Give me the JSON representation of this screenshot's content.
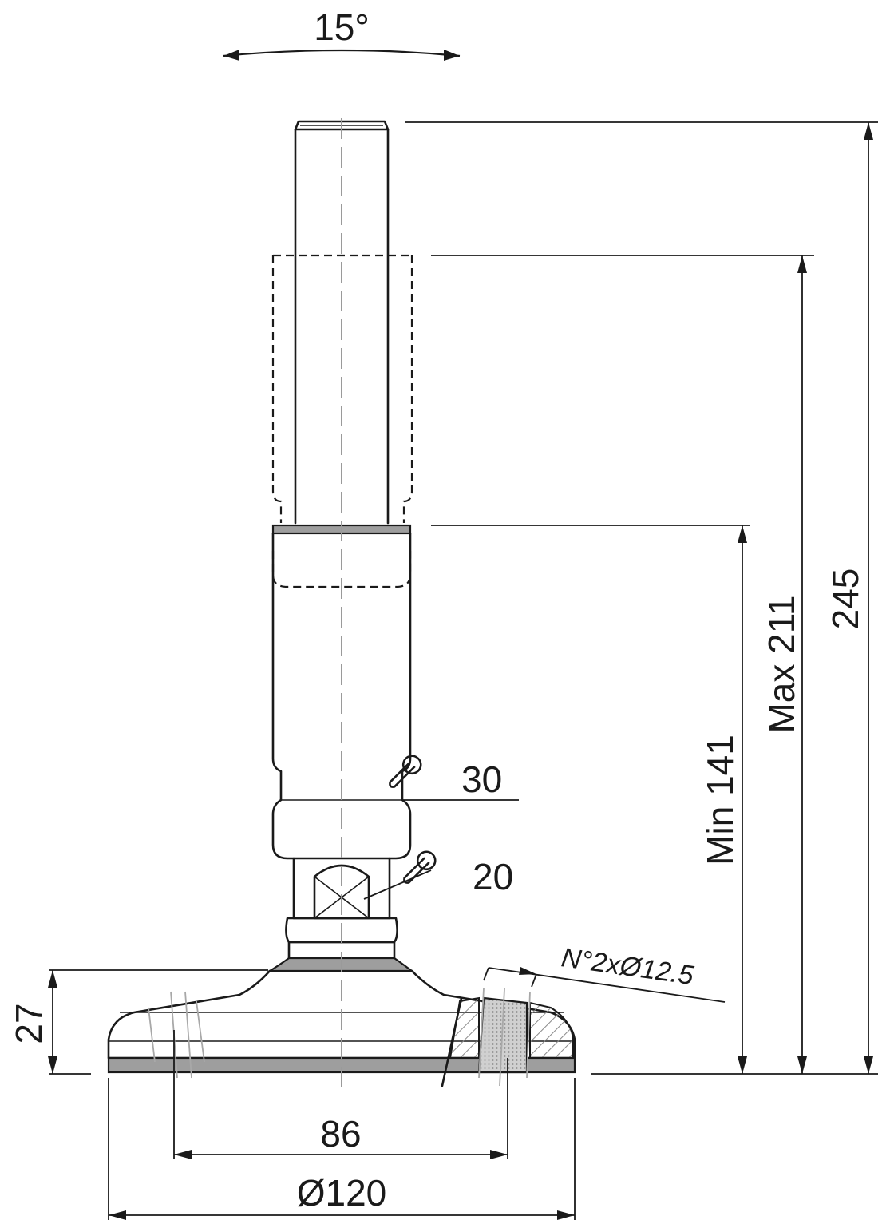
{
  "drawing": {
    "angle_label": "15°",
    "height_total_label": "245",
    "height_max_label": "Max 211",
    "height_min_label": "Min 141",
    "base_height_label": "27",
    "wrench_large_label": "30",
    "wrench_small_label": "20",
    "holes_label": "N°2xØ12.5",
    "hole_spacing_label": "86",
    "base_diameter_label": "Ø120"
  },
  "colors": {
    "line": "#1a1a1a",
    "centerline": "#9a9a9a",
    "pad": "#9e9e9e",
    "hatch": "#8a8a8a"
  }
}
